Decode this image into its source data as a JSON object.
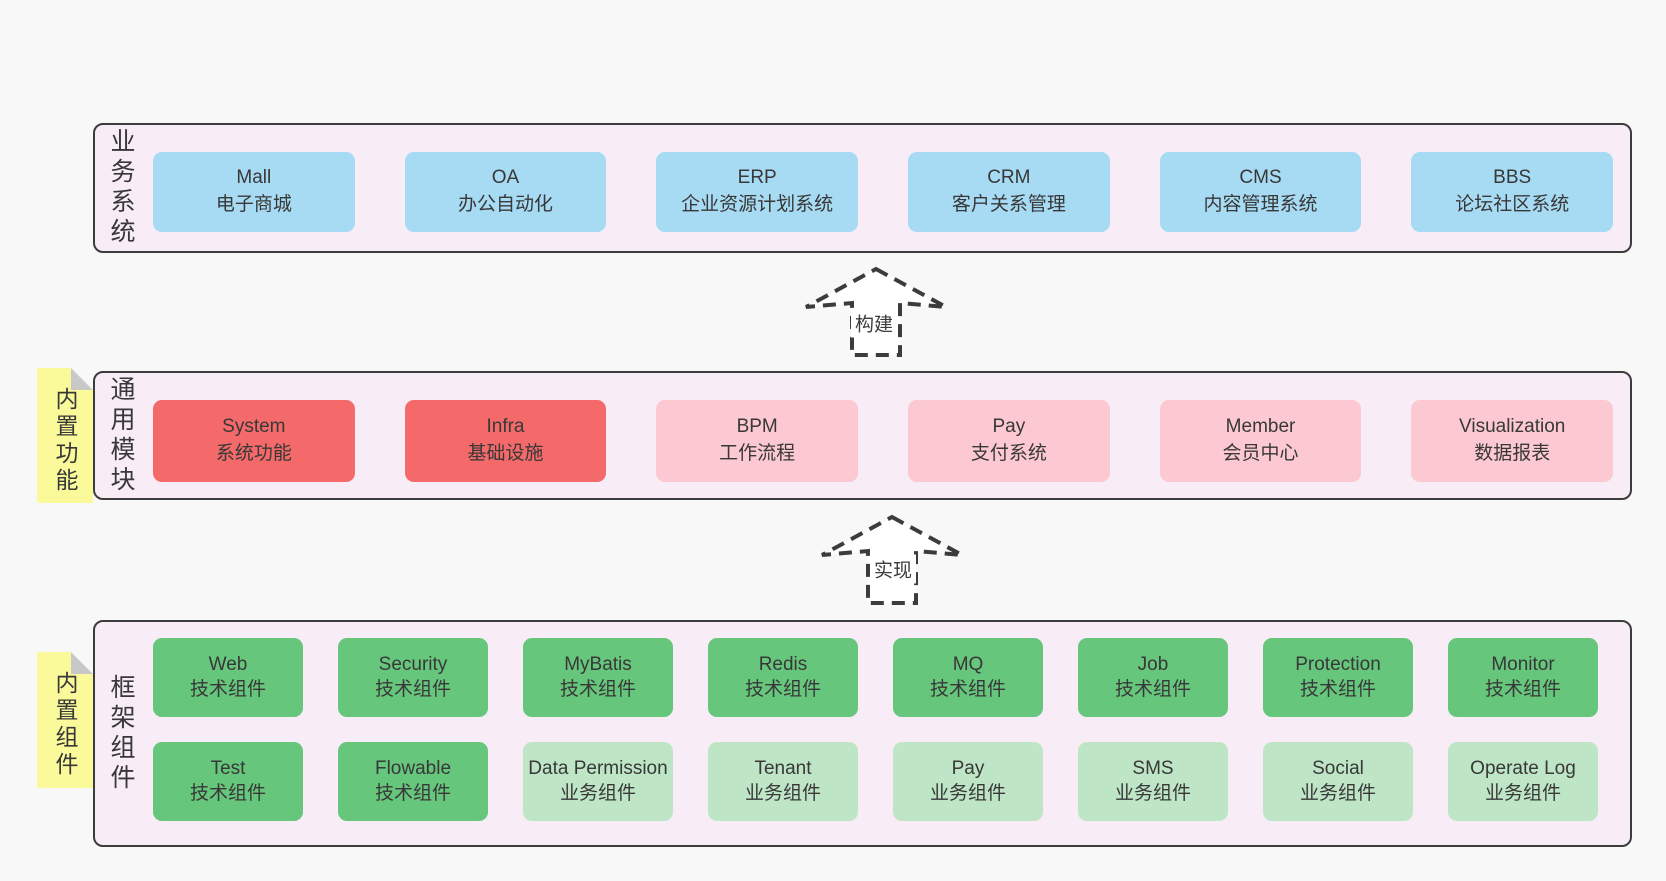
{
  "colors": {
    "page_background": "#f8f8f8",
    "band_background": "#f8edf6",
    "band_border": "#3c3c3c",
    "blue_box": "#a7daf3",
    "red_box": "#f46969",
    "pink_box": "#fcc8d1",
    "green_box": "#66c67c",
    "light_green_box": "#bee5c6",
    "note_yellow": "#fafa9b",
    "note_fold_gray": "#c8c8c8",
    "text": "#383838"
  },
  "bands": [
    {
      "label": "业务系统",
      "boxes": [
        {
          "type": "blue",
          "title": "Mall",
          "subtitle": "电子商城"
        },
        {
          "type": "blue",
          "title": "OA",
          "subtitle": "办公自动化"
        },
        {
          "type": "blue",
          "title": "ERP",
          "subtitle": "企业资源计划系统"
        },
        {
          "type": "blue",
          "title": "CRM",
          "subtitle": "客户关系管理"
        },
        {
          "type": "blue",
          "title": "CMS",
          "subtitle": "内容管理系统"
        },
        {
          "type": "blue",
          "title": "BBS",
          "subtitle": "论坛社区系统"
        }
      ]
    },
    {
      "label": "通用模块",
      "note": "内置功能",
      "boxes": [
        {
          "type": "red",
          "title": "System",
          "subtitle": "系统功能"
        },
        {
          "type": "red",
          "title": "Infra",
          "subtitle": "基础设施"
        },
        {
          "type": "pink",
          "title": "BPM",
          "subtitle": "工作流程"
        },
        {
          "type": "pink",
          "title": "Pay",
          "subtitle": "支付系统"
        },
        {
          "type": "pink",
          "title": "Member",
          "subtitle": "会员中心"
        },
        {
          "type": "pink",
          "title": "Visualization",
          "subtitle": "数据报表"
        }
      ]
    },
    {
      "label": "框架组件",
      "note": "内置组件",
      "rows": [
        [
          {
            "type": "green",
            "title": "Web",
            "subtitle": "技术组件"
          },
          {
            "type": "green",
            "title": "Security",
            "subtitle": "技术组件"
          },
          {
            "type": "green",
            "title": "MyBatis",
            "subtitle": "技术组件"
          },
          {
            "type": "green",
            "title": "Redis",
            "subtitle": "技术组件"
          },
          {
            "type": "green",
            "title": "MQ",
            "subtitle": "技术组件"
          },
          {
            "type": "green",
            "title": "Job",
            "subtitle": "技术组件"
          },
          {
            "type": "green",
            "title": "Protection",
            "subtitle": "技术组件"
          },
          {
            "type": "green",
            "title": "Monitor",
            "subtitle": "技术组件"
          }
        ],
        [
          {
            "type": "green",
            "title": "Test",
            "subtitle": "技术组件"
          },
          {
            "type": "green",
            "title": "Flowable",
            "subtitle": "技术组件"
          },
          {
            "type": "green-light",
            "title": "Data Permission",
            "subtitle": "业务组件"
          },
          {
            "type": "green-light",
            "title": "Tenant",
            "subtitle": "业务组件"
          },
          {
            "type": "green-light",
            "title": "Pay",
            "subtitle": "业务组件"
          },
          {
            "type": "green-light",
            "title": "SMS",
            "subtitle": "业务组件"
          },
          {
            "type": "green-light",
            "title": "Social",
            "subtitle": "业务组件"
          },
          {
            "type": "green-light",
            "title": "Operate Log",
            "subtitle": "业务组件"
          }
        ]
      ]
    }
  ],
  "arrows": [
    {
      "label": "构建"
    },
    {
      "label": "实现"
    }
  ]
}
